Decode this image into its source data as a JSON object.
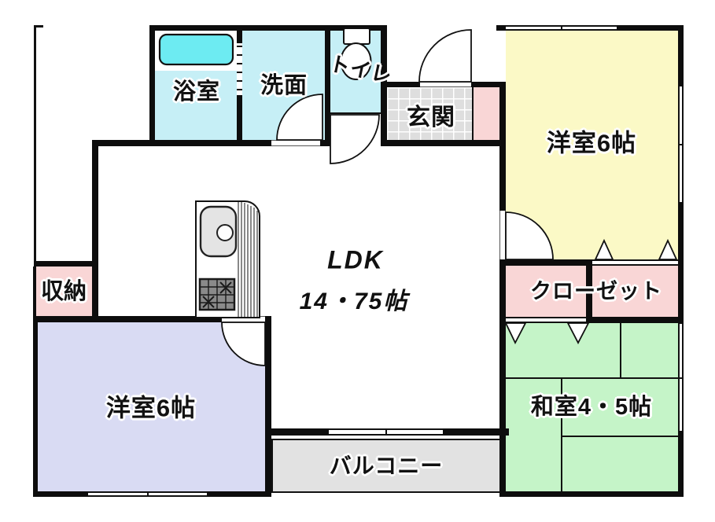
{
  "rooms": {
    "bath": {
      "label": "浴室"
    },
    "washroom": {
      "label": "洗面"
    },
    "toilet": {
      "label": "トイレ"
    },
    "entrance": {
      "label": "玄関"
    },
    "western_room_north": {
      "label": "洋室6帖"
    },
    "closet": {
      "label": "クローゼット"
    },
    "japanese_room": {
      "label": "和室4・5帖"
    },
    "storage": {
      "label": "収納"
    },
    "western_room_south": {
      "label": "洋室6帖"
    },
    "ldk": {
      "label": "LDK",
      "size": "14・75帖"
    },
    "balcony": {
      "label": "バルコニー"
    }
  },
  "colors": {
    "wall": "#0d0d0d",
    "sanitary_cyan": "#c6eff6",
    "bathtub_cyan": "#6debf2",
    "bedroom_yellow": "#fbf9c6",
    "closet_pink": "#f9d6d6",
    "tatami_green": "#c5f4c8",
    "bedroom_lavender": "#d9dbf3",
    "entrance_gray": "#dedede",
    "balcony_gray": "#e2e2e2",
    "tub_area_white": "#ffffff"
  },
  "fixtures": {
    "bathtub": "bathtub-icon",
    "toilet_unit": "toilet-icon",
    "kitchen_sink": "kitchen-sink-icon",
    "gas_stove": "stove-icon",
    "swing_door": "door-swing-arc",
    "folding_bath_door": "folding-door-ticks",
    "closet_bifold_marker": "bifold-triangle-marker",
    "window": "window-double-line"
  }
}
